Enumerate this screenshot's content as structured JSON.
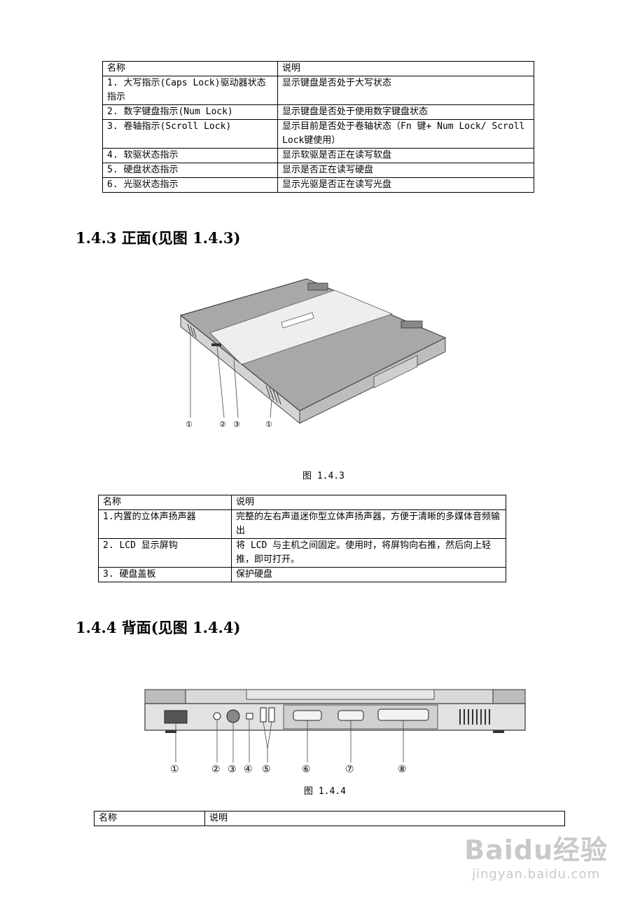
{
  "table1": {
    "header": {
      "name": "名称",
      "desc": "说明"
    },
    "rows": [
      {
        "name": "1. 大写指示(Caps Lock)驱动器状态指示",
        "desc": "显示键盘是否处于大写状态"
      },
      {
        "name": "2. 数字键盘指示(Num Lock)",
        "desc": "显示键盘是否处于使用数字键盘状态"
      },
      {
        "name": "3. 卷轴指示(Scroll Lock)",
        "desc": "显示目前是否处于卷轴状态（Fn 键+ Num Lock/ Scroll Lock键使用）"
      },
      {
        "name": "4. 软驱状态指示",
        "desc": "显示软驱是否正在读写软盘"
      },
      {
        "name": "5. 硬盘状态指示",
        "desc": "显示是否正在读写硬盘"
      },
      {
        "name": "6. 光驱状态指示",
        "desc": "显示光驱是否正在读写光盘"
      }
    ]
  },
  "section_front": {
    "heading": "1.4.3  正面(见图 1.4.3)",
    "caption": "图 1.4.3",
    "callouts": [
      "①",
      "②",
      "③",
      "①"
    ]
  },
  "table2": {
    "header": {
      "name": "名称",
      "desc": "说明"
    },
    "rows": [
      {
        "name": "1.内置的立体声扬声器",
        "desc": "完整的左右声道迷你型立体声扬声器，方便于清晰的多媒体音频输出"
      },
      {
        "name": "2. LCD 显示屏钩",
        "desc": "将 LCD 与主机之间固定。使用时，将屏钩向右推，然后向上轻推，即可打开。"
      },
      {
        "name": "3. 硬盘盖板",
        "desc": "保护硬盘"
      }
    ]
  },
  "section_back": {
    "heading": "1.4.4    背面(见图 1.4.4)",
    "caption": "图 1.4.4",
    "callouts": [
      "①",
      "②",
      "③",
      "④",
      "⑤",
      "⑥",
      "⑦",
      "⑧"
    ]
  },
  "table3": {
    "header": {
      "name": "名称",
      "desc": "说明"
    }
  },
  "watermark": {
    "logo": "Baidu经验",
    "url": "jingyan.baidu.com"
  },
  "colors": {
    "laptop_gray": "#a8a8a8",
    "laptop_light": "#eeeeee",
    "laptop_dark": "#6e6e6e"
  }
}
